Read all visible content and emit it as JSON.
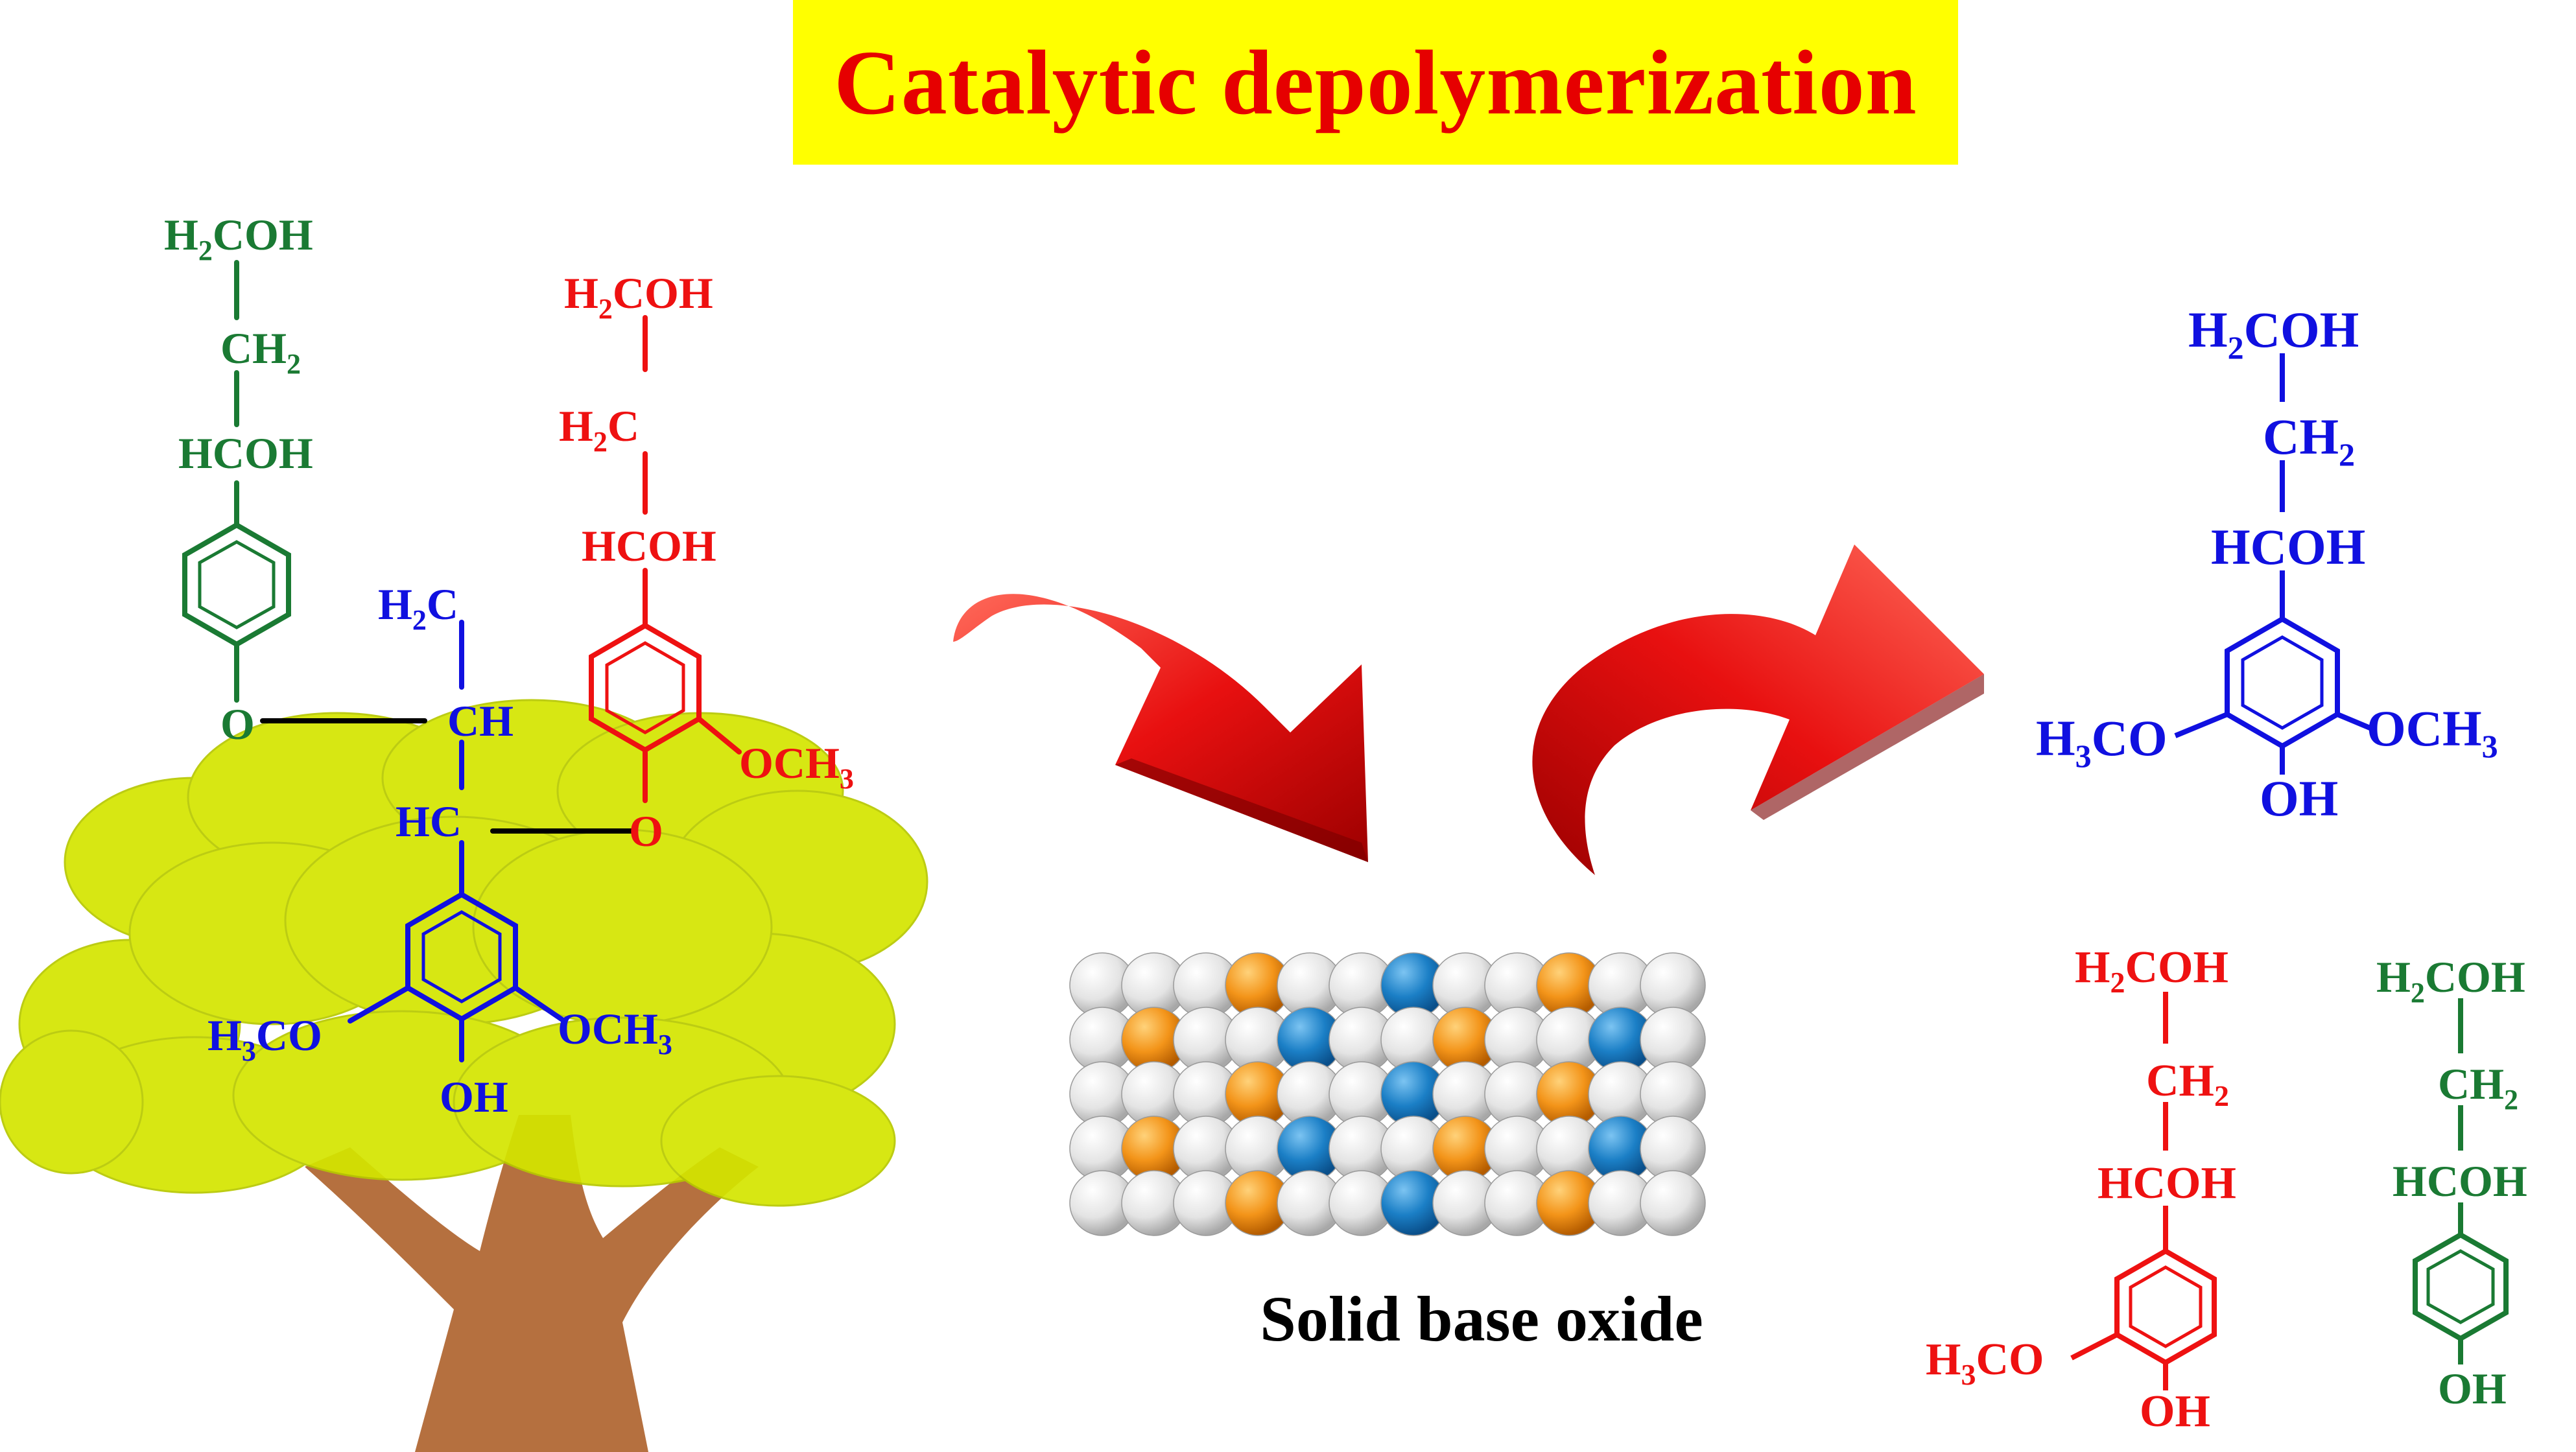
{
  "title": "Catalytic depolymerization",
  "catalyst_label": "Solid base oxide",
  "colors": {
    "green": "#1a7a33",
    "red": "#ee1111",
    "blue": "#1010e0",
    "title_bg": "#ffff00",
    "title_text": "#e60000",
    "arrow": "#e81010",
    "leaf": "#d4e600",
    "trunk": "#b5703f",
    "sphere_orange": "#f39419",
    "sphere_blue": "#1b7fc6",
    "sphere_gray": "#dcdcdc"
  },
  "polymer": {
    "green_unit": {
      "h2coh": "H2COH",
      "ch2": "CH2",
      "hcoh": "HCOH",
      "o": "O"
    },
    "red_unit": {
      "h2coh": "H2COH",
      "h2c": "H2C",
      "hcoh": "HCOH",
      "och3": "OCH3",
      "o": "O"
    },
    "blue_unit": {
      "h2c": "H2C",
      "ch": "CH",
      "hc": "HC",
      "h3co": "H3CO",
      "och3": "OCH3",
      "oh": "OH"
    }
  },
  "products": {
    "blue": {
      "h2coh": "H2COH",
      "ch2": "CH2",
      "hcoh": "HCOH",
      "h3co": "H3CO",
      "och3": "OCH3",
      "oh": "OH"
    },
    "red": {
      "h2coh": "H2COH",
      "ch2": "CH2",
      "hcoh": "HCOH",
      "h3co": "H3CO",
      "oh": "OH"
    },
    "green": {
      "h2coh": "H2COH",
      "ch2": "CH2",
      "hcoh": "HCOH",
      "oh": "OH"
    }
  },
  "sphere_rows": [
    [
      "g",
      "g",
      "g",
      "o",
      "g",
      "g",
      "b",
      "g",
      "g",
      "o",
      "g",
      "g"
    ],
    [
      "g",
      "o",
      "g",
      "g",
      "b",
      "g",
      "g",
      "o",
      "g",
      "g",
      "b",
      "g"
    ],
    [
      "g",
      "g",
      "g",
      "o",
      "g",
      "g",
      "b",
      "g",
      "g",
      "o",
      "g",
      "g"
    ],
    [
      "g",
      "o",
      "g",
      "g",
      "b",
      "g",
      "g",
      "o",
      "g",
      "g",
      "b",
      "g"
    ],
    [
      "g",
      "g",
      "g",
      "o",
      "g",
      "g",
      "b",
      "g",
      "g",
      "o",
      "g",
      "g"
    ]
  ]
}
